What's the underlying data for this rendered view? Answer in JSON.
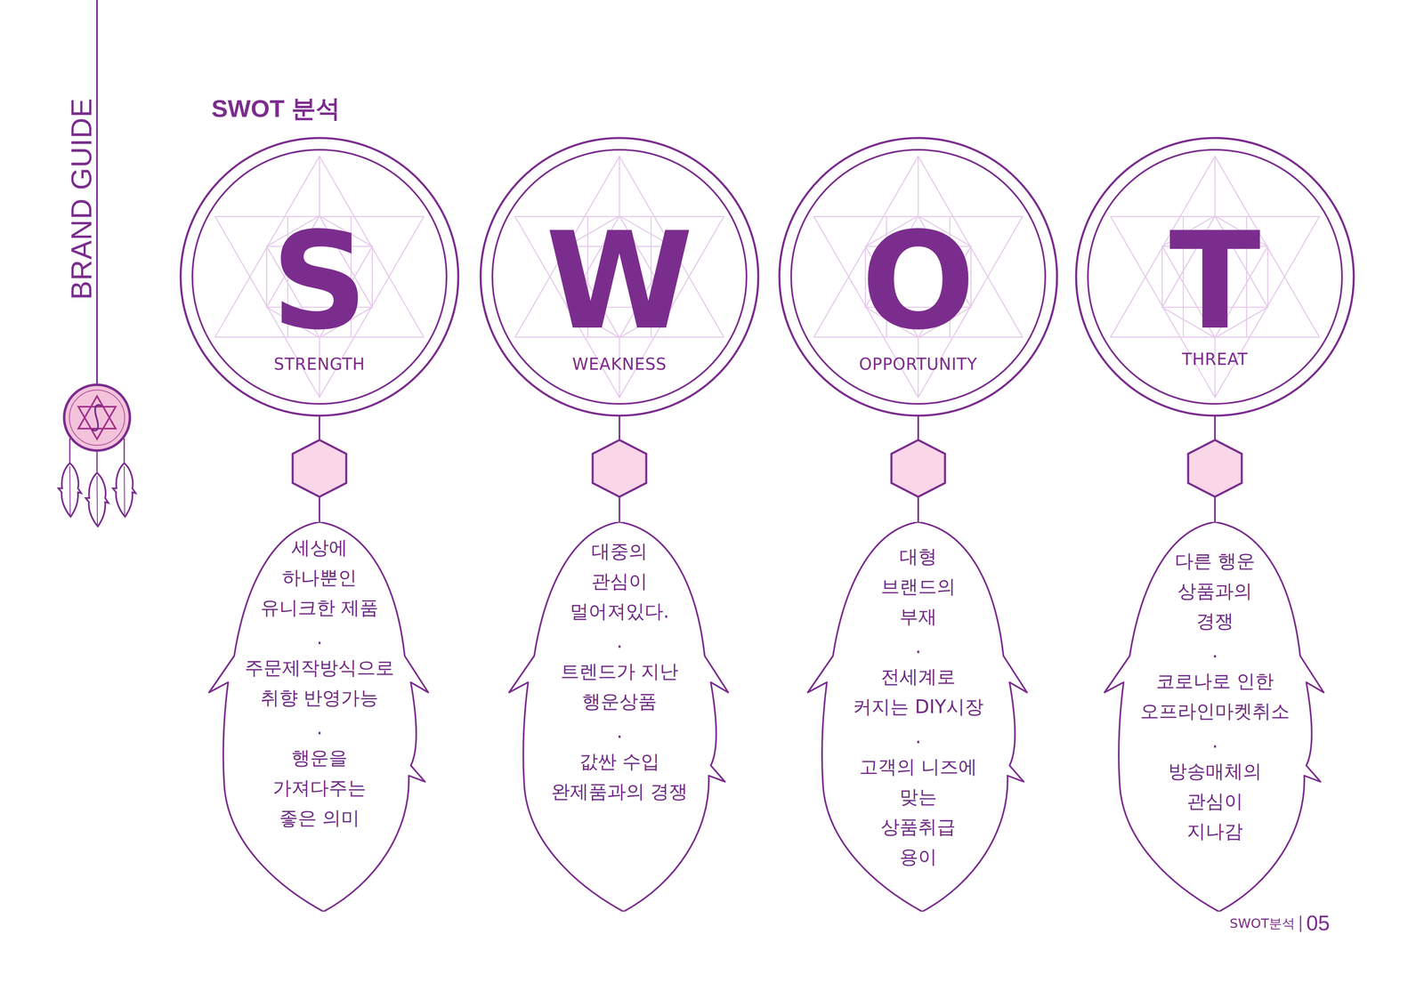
{
  "diagram": {
    "title": "SWOT 분석",
    "nodes": [
      {
        "text": [
          "S",
          "STRENGTH"
        ]
      },
      {
        "text": [
          "W",
          "WEAKNESS"
        ]
      },
      {
        "text": [
          "O",
          "OPPORTUNITY"
        ]
      },
      {
        "text": [
          "T",
          "THREAT"
        ]
      },
      {
        "text": [
          "세상에 하나뿐인 유니크한 제품",
          ".",
          "주문제작방식으로 취향 반영가능",
          ".",
          "행운을 가져다주는 좋은 의미"
        ]
      },
      {
        "text": [
          "대중의 관심이 멀어져있다.",
          ".",
          "트렌드가 지난 행운상품",
          ".",
          "값싼 수입 완제품과의 경쟁"
        ]
      },
      {
        "text": [
          "대형 브랜드의 부재",
          ".",
          "전세계로 커지는 DIY시장",
          ".",
          "고객의 니즈에 맞는 상품취급 용이"
        ]
      },
      {
        "text": [
          "다른 행운 상품과의 경쟁",
          ".",
          "코로나로 인한 오프라인마켓취소",
          ".",
          "방송매체의 관심이 지나감"
        ]
      }
    ],
    "edges": [
      {
        "from": 0,
        "to": 4,
        "arrow": "none"
      },
      {
        "from": 1,
        "to": 5,
        "arrow": "none"
      },
      {
        "from": 2,
        "to": 6,
        "arrow": "none"
      },
      {
        "from": 3,
        "to": 7,
        "arrow": "none"
      }
    ],
    "labels": [
      "BRAND GUIDE",
      "SWOT분석",
      "05"
    ]
  }
}
